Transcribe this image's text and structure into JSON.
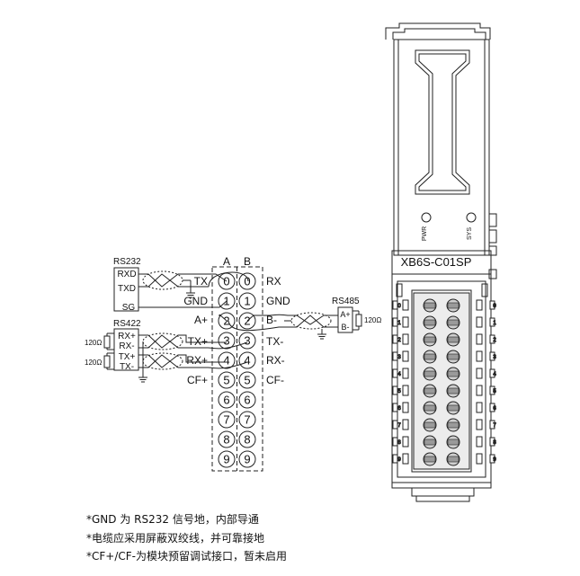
{
  "col_a": "A",
  "col_b": "B",
  "pin_numbers": [
    "0",
    "1",
    "2",
    "3",
    "4",
    "5",
    "6",
    "7",
    "8",
    "9"
  ],
  "rs232": {
    "title": "RS232",
    "rxd": "RXD",
    "txd": "TXD",
    "sg": "SG"
  },
  "rs422": {
    "title": "RS422",
    "rxp": "RX+",
    "rxn": "RX-",
    "txp": "TX+",
    "txn": "TX-",
    "res": "120Ω"
  },
  "rs485": {
    "title": "RS485",
    "ap": "A+",
    "bn": "B-",
    "res": "120Ω"
  },
  "left_labels": [
    "TX",
    "GND",
    "A+",
    "TX+",
    "RX+",
    "CF+"
  ],
  "right_labels": [
    "RX",
    "GND",
    "B-",
    "TX-",
    "RX-",
    "CF-"
  ],
  "module": {
    "model": "XB6S-C01SP",
    "led_pwr": "PWR",
    "led_sys": "SYS"
  },
  "notes": [
    "*GND 为 RS232 信号地，内部导通",
    "*电缆应采用屏蔽双绞线，并可靠接地",
    "*CF+/CF-为模块预留调试接口，暂未启用"
  ]
}
